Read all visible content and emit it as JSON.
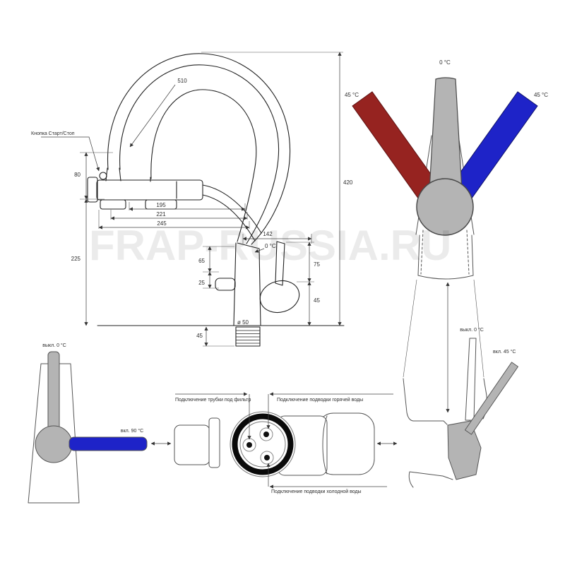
{
  "watermark": "FRAP-RUSSIA.RU",
  "colors": {
    "hot_red": "#962320",
    "cold_blue": "#1e23c8",
    "handle_gray": "#b4b4b4"
  },
  "main_drawing": {
    "start_stop_label": "Кнопка Старт/Стоп",
    "dims": {
      "d510": "510",
      "d420": "420",
      "d80": "80",
      "d225": "225",
      "d195": "195",
      "d221": "221",
      "d245": "245",
      "d142": "142",
      "d65": "65",
      "d25": "25",
      "d75": "75",
      "d45_side": "45",
      "d45_base": "45",
      "base_diameter": "ø 50",
      "temp_zero": "0 °C"
    }
  },
  "front_view": {
    "temp_center": "0 °C",
    "temp_hot": "45 °C",
    "temp_cold": "45 °C"
  },
  "side_view_cold": {
    "off_label": "выкл. 0 °C",
    "on_label": "вкл. 90 °C"
  },
  "side_view_hot": {
    "off_label": "выкл. 0 °C",
    "on_label": "вкл. 45 °C"
  },
  "bottom_view": {
    "filter_label": "Подключение трубки под фильтр",
    "hot_label": "Подключение подводки горячей воды",
    "cold_label": "Подключение подводки холодной воды"
  }
}
